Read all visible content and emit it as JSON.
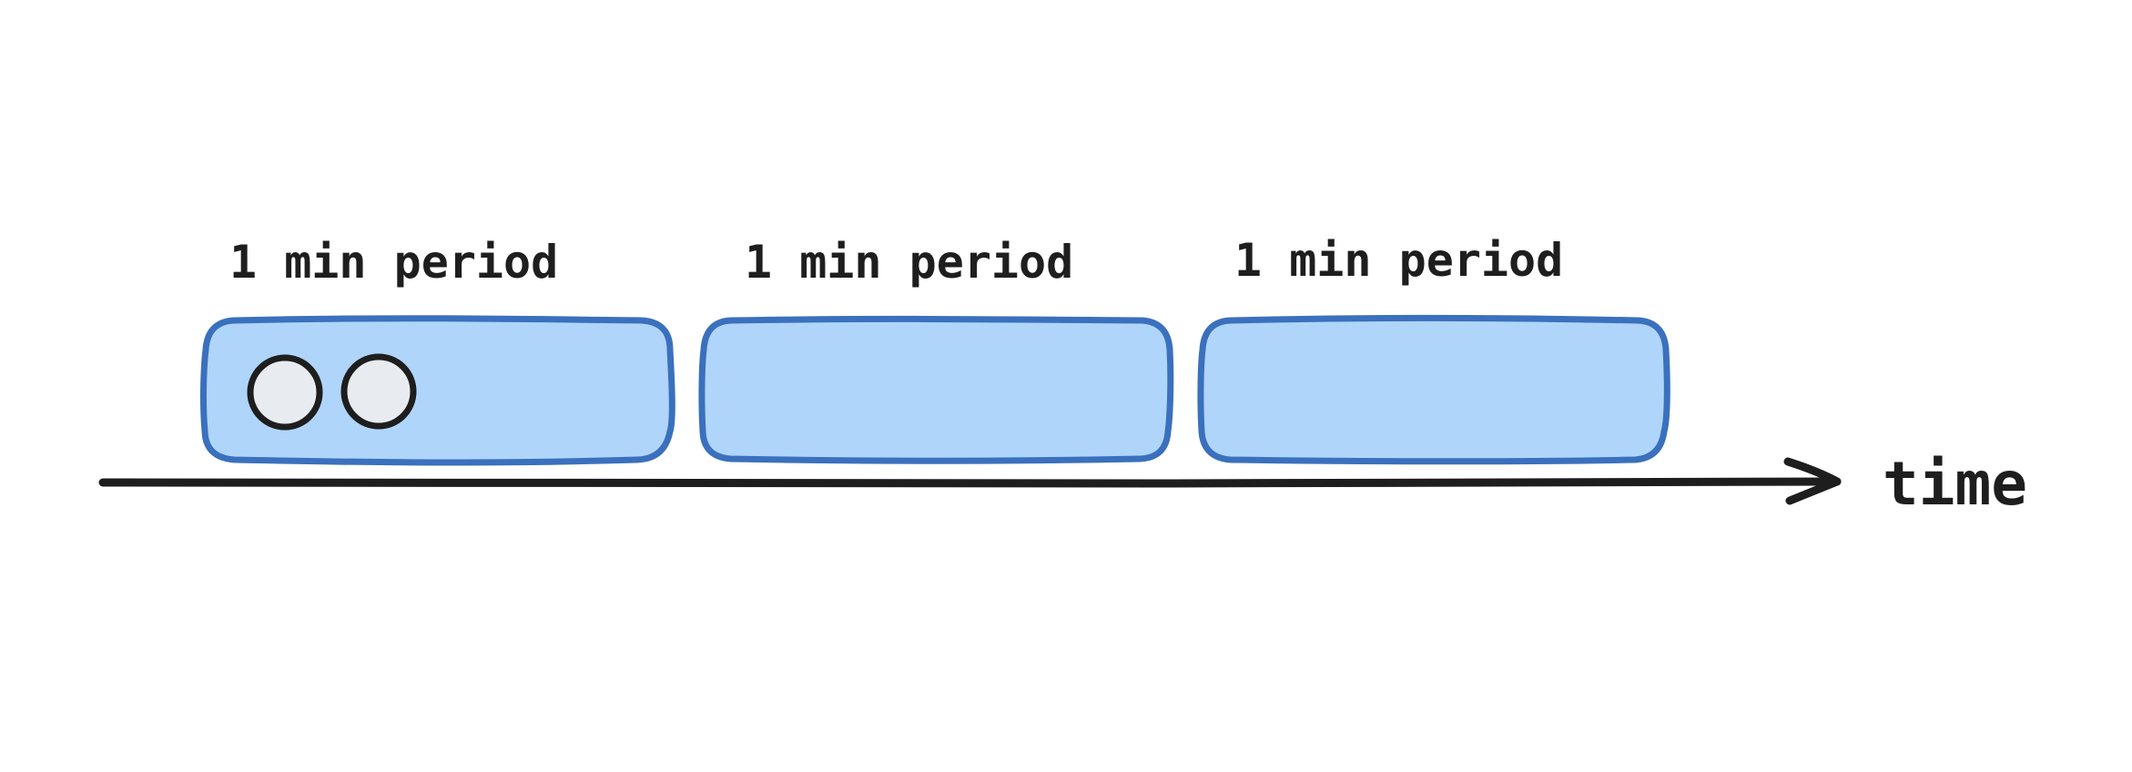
{
  "diagram": {
    "colors": {
      "box_fill": "#b0d5fb",
      "box_stroke": "#3a70bd",
      "dot_fill": "#e8ebef",
      "dot_stroke": "#1e1e1e",
      "axis": "#1e1e1e"
    },
    "periods": [
      {
        "label": "1 min period",
        "dots": 2
      },
      {
        "label": "1 min period",
        "dots": 0
      },
      {
        "label": "1 min period",
        "dots": 0
      }
    ],
    "axis_label": "time"
  }
}
